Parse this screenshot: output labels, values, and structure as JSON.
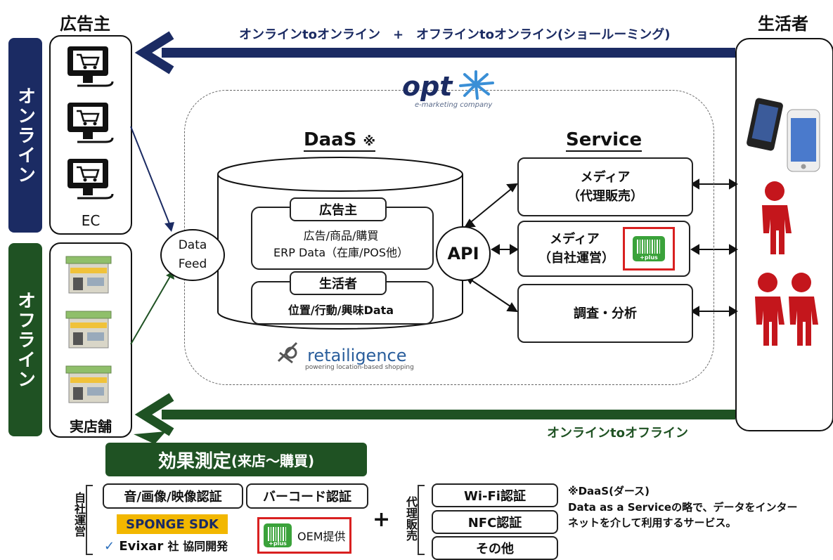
{
  "headers": {
    "advertiser": "広告主",
    "consumer": "生活者"
  },
  "bands": {
    "online": "オンライン",
    "offline": "オフライン"
  },
  "left_column": {
    "ec_label": "EC",
    "store_label": "実店舗"
  },
  "flows": {
    "top": "オンラインtoオンライン　+　オフラインtoオンライン(ショールーミング)",
    "bottom": "オンラインtoオフライン"
  },
  "brand": {
    "opt_logo": "opt",
    "opt_tagline": "e-marketing company",
    "retail_logo": "retailigence",
    "retail_tagline": "powering location-based shopping"
  },
  "daas": {
    "title": "DaaS",
    "mark": "※",
    "advertiser_tab": "広告主",
    "advertiser_line1": "広告/商品/購買",
    "advertiser_line2": "ERP Data（在庫/POS他）",
    "consumer_tab": "生活者",
    "consumer_line": "位置/行動/興味Data"
  },
  "data_feed": {
    "line1": "Data",
    "line2": "Feed"
  },
  "api": "API",
  "service": {
    "title": "Service",
    "media_agency_1": "メディア",
    "media_agency_2": "（代理販売）",
    "media_own_1": "メディア",
    "media_own_2": "（自社運営）",
    "research": "調査・分析",
    "plus": "+plus"
  },
  "measurement": {
    "title": "効果測定",
    "suffix": "(来店〜購買)"
  },
  "own": {
    "label": "自社運営",
    "audio_visual": "音/画像/映像認証",
    "barcode_auth": "バーコード認証",
    "sponge": "SPONGE SDK",
    "evixar": "Evixar",
    "evixar_suffix": "社 協同開発",
    "oem": "OEM提供",
    "plus": "+plus"
  },
  "plus_sign": "+",
  "agency": {
    "label": "代理販売",
    "wifi": "Wi-Fi認証",
    "nfc": "NFC認証",
    "other": "その他"
  },
  "note": {
    "line1": "※DaaS(ダース)",
    "line2": "Data as a Serviceの略で、データをインター",
    "line3": "ネットを介して利用するサービス。"
  },
  "colors": {
    "navy": "#1b2b63",
    "green": "#1f5223",
    "red": "#d92020",
    "person": "#c4161c",
    "barcode_green": "#3aa23a",
    "sponge_yellow": "#f2b700"
  }
}
